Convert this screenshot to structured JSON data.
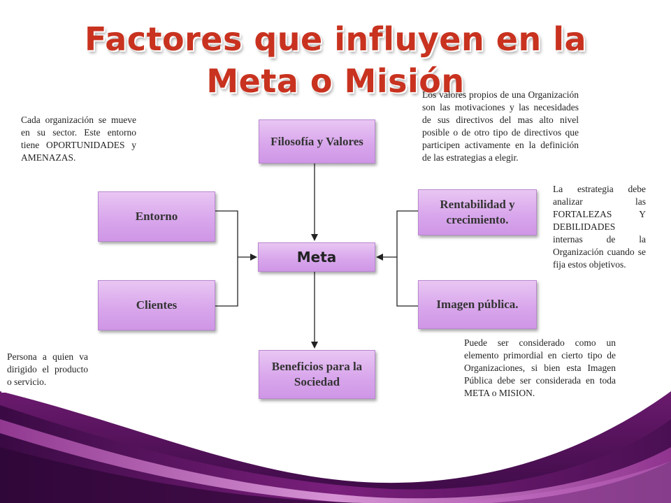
{
  "title": "Factores que influyen en la Meta o Misión",
  "boxes": {
    "filosofia": "Filosofía y Valores",
    "entorno": "Entorno",
    "clientes": "Clientes",
    "meta": "Meta",
    "beneficios": "Beneficios para la Sociedad",
    "rentabilidad": "Rentabilidad y crecimiento.",
    "imagen": "Imagen pública."
  },
  "notes": {
    "entorno": "Cada organización se mueve en su sector. Este entorno tiene OPORTUNIDADES y AMENAZAS.",
    "valores": "Los valores propios de una Organización son las motivaciones y las necesidades de sus directivos del mas alto nivel posible o de otro tipo de directivos que participen activamente en la definición de las estrategias a elegir.",
    "estrategia": "La estrategia debe analizar las FORTALEZAS Y DEBILIDADES internas de la Organización cuando se fija estos objetivos.",
    "clientes": "Persona a quien va dirigido el producto o servicio.",
    "imagen": "Puede ser considerado como un elemento primordial en cierto tipo de Organizaciones, si bien esta Imagen Pública debe ser considerada en toda META o MISION."
  },
  "colors": {
    "title": "#c8321f",
    "box_fill": "#d9a7ec",
    "wave_dark": "#4a0f52",
    "wave_mid": "#8e2a8c",
    "wave_light": "#d486d4"
  }
}
